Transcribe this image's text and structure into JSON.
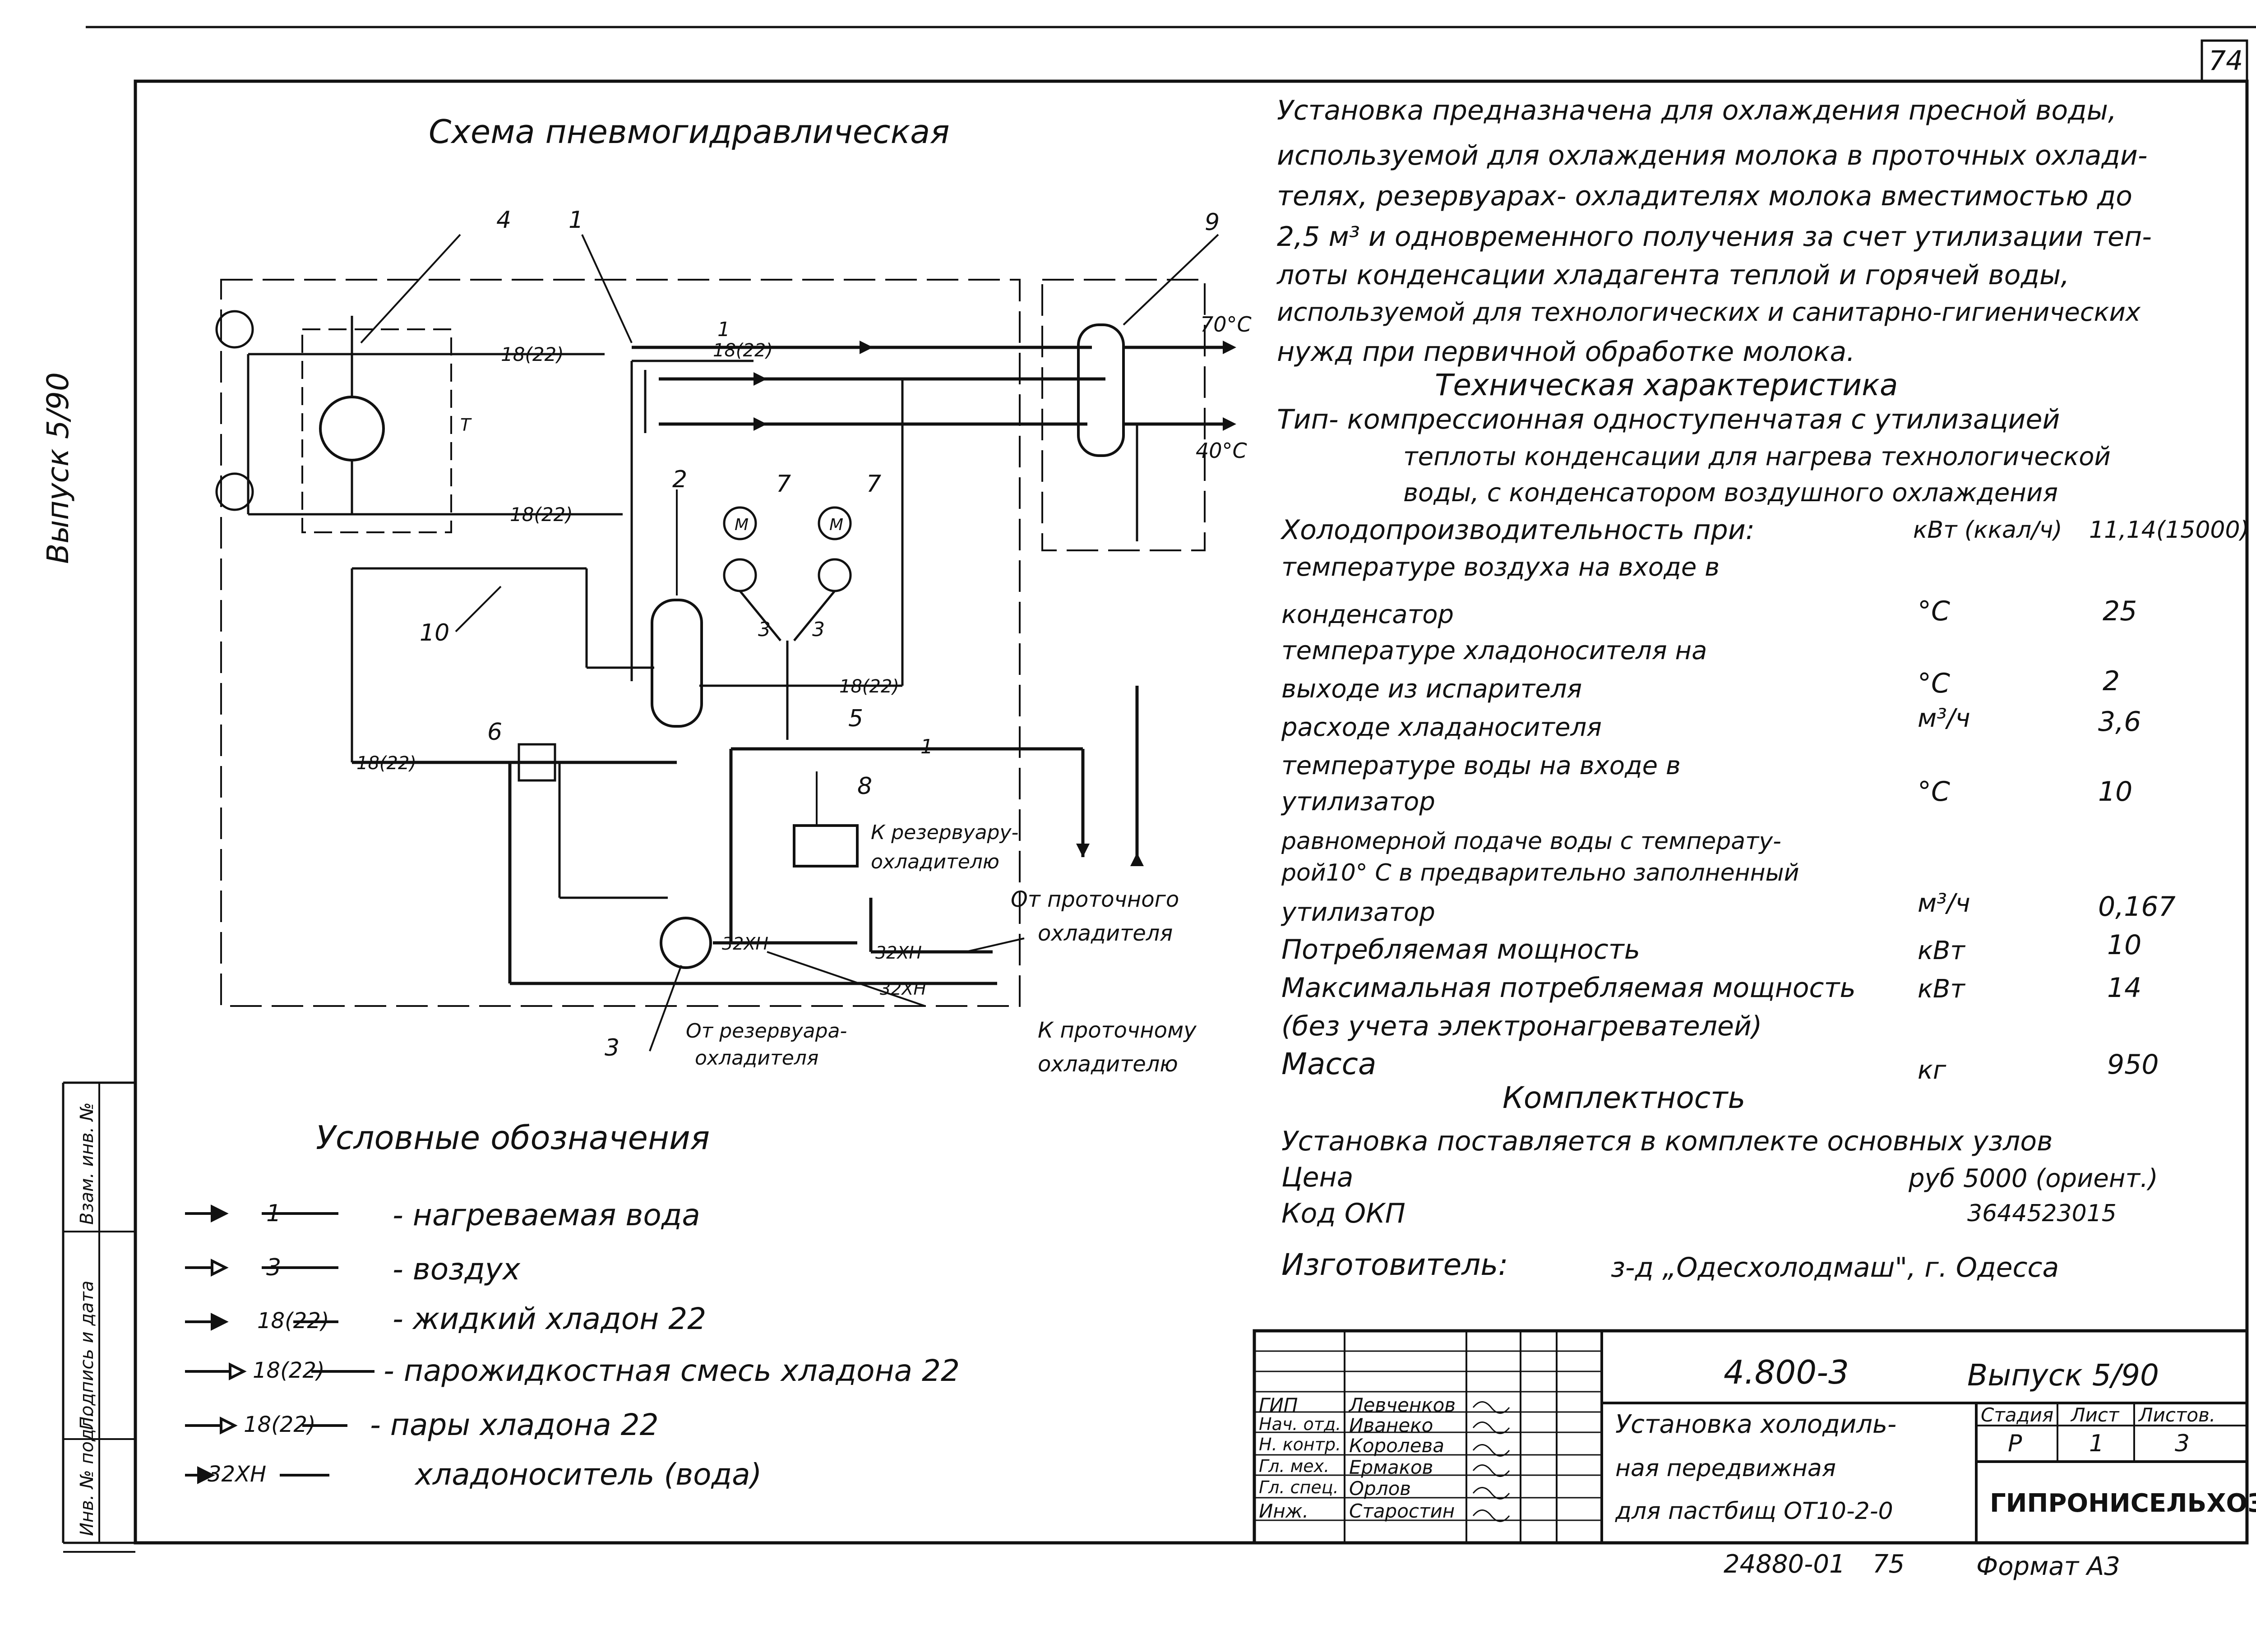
{
  "sheet_number": "74",
  "side_issue": "Выпуск 5/90",
  "scheme": {
    "title": "Схема пневмогидравлическая",
    "pos_labels": [
      "4",
      "1",
      "9",
      "2",
      "7",
      "7",
      "10",
      "5",
      "6",
      "8",
      "3"
    ],
    "line_codes": {
      "water": "1",
      "air": "3",
      "liquid": "18(22)",
      "brine": "32ХН"
    },
    "temps": [
      "70°C",
      "40°C"
    ],
    "gauge_letter": "Т",
    "motor_letter": "М",
    "ann_to_reservoir_1": "К резервуару-",
    "ann_to_reservoir_2": "охладителю",
    "ann_from_flow_1": "От проточного",
    "ann_from_flow_2": "охладителя",
    "ann_from_reservoir_1": "От резервуара-",
    "ann_from_reservoir_2": "охладителя",
    "ann_to_flow_1": "К проточному",
    "ann_to_flow_2": "охладителю"
  },
  "legend": {
    "title": "Условные обозначения",
    "items": [
      {
        "code": "1",
        "text": "- нагреваемая вода"
      },
      {
        "code": "3",
        "text": "- воздух"
      },
      {
        "code": "18(22)",
        "text": "- жидкий хладон 22"
      },
      {
        "code": "18(22)",
        "text": "- парожидкостная смесь хладона 22"
      },
      {
        "code": "18(22)",
        "text": "- пары хладона 22"
      },
      {
        "code": "32ХН",
        "text": "хладоноситель (вода)"
      }
    ]
  },
  "description": [
    "Установка предназначена для охлаждения пресной воды,",
    "используемой для охлаждения молока в проточных охлади-",
    "телях, резервуарах- охладителях молока вместимостью до",
    "2,5 м³ и одновременного получения за счет утилизации теп-",
    "лоты конденсации хладагента теплой и горячей воды,",
    "используемой для технологических и санитарно-гигиенических",
    "нужд при первичной обработке молока."
  ],
  "tech": {
    "title": "Техническая характеристика",
    "type_lines": [
      "Тип- компрессионная одноступенчатая с утилизацией",
      "теплоты конденсации для нагрева технологической",
      "воды, с конденсатором воздушного охлаждения"
    ],
    "rows": [
      {
        "label": "Холодопроизводительность при:",
        "unit": "кВт (ккал/ч)",
        "value": "11,14(15000)"
      },
      {
        "label": "температуре воздуха на входе в",
        "unit": "",
        "value": ""
      },
      {
        "label": "конденсатор",
        "unit": "°С",
        "value": "25"
      },
      {
        "label": "температуре хладоносителя на",
        "unit": "",
        "value": ""
      },
      {
        "label": "выходе из испарителя",
        "unit": "°С",
        "value": "2"
      },
      {
        "label": "расходе хладаносителя",
        "unit": "м³/ч",
        "value": "3,6"
      },
      {
        "label": "температуре воды на входе в",
        "unit": "",
        "value": ""
      },
      {
        "label": "утилизатор",
        "unit": "°С",
        "value": "10"
      },
      {
        "label": "равномерной подаче воды с температу-",
        "unit": "",
        "value": ""
      },
      {
        "label": "рой10° С в предварительно заполненный",
        "unit": "",
        "value": ""
      },
      {
        "label": "утилизатор",
        "unit": "м³/ч",
        "value": "0,167"
      },
      {
        "label": "Потребляемая мощность",
        "unit": "кВт",
        "value": "10"
      },
      {
        "label": "Максимальная потребляемая мощность",
        "unit": "кВт",
        "value": "14"
      },
      {
        "label": "(без учета электронагревателей)",
        "unit": "",
        "value": ""
      },
      {
        "label": "Масса",
        "unit": "кг",
        "value": "950"
      }
    ]
  },
  "completeness": {
    "title": "Комплектность",
    "line": "Установка поставляется в комплекте основных узлов",
    "price_label": "Цена",
    "price_value": "руб 5000 (ориент.)",
    "okp_label": "Код ОКП",
    "okp_value": "3644523015",
    "maker_label": "Изготовитель:",
    "maker_value": "з-д „Одесхолодмаш\", г. Одесса"
  },
  "title_block": {
    "code": "4.800-3",
    "issue": "Выпуск 5/90",
    "name_lines": [
      "Установка холодиль-",
      "ная передвижная",
      "для пастбищ ОТ10-2-0"
    ],
    "stage_hdr": "Стадия",
    "sheet_hdr": "Лист",
    "sheets_hdr": "Листов.",
    "stage": "Р",
    "sheet": "1",
    "sheets": "3",
    "org": "ГИПРОНИСЕЛЬХОЗ",
    "staff": [
      {
        "role": "ГИП",
        "name": "Левченков"
      },
      {
        "role": "Нач. отд.",
        "name": "Иванеко"
      },
      {
        "role": "Н. контр.",
        "name": "Королева"
      },
      {
        "role": "Гл. мех.",
        "name": "Ермаков"
      },
      {
        "role": "Гл. спец.",
        "name": "Орлов"
      },
      {
        "role": "Инж.",
        "name": "Старостин"
      }
    ]
  },
  "stamp_side": [
    "Инв. № подл.",
    "Подпись и дата",
    "Взам. инв. №"
  ],
  "footer": {
    "archive": "24880-01",
    "page": "75",
    "format": "Формат А3"
  }
}
